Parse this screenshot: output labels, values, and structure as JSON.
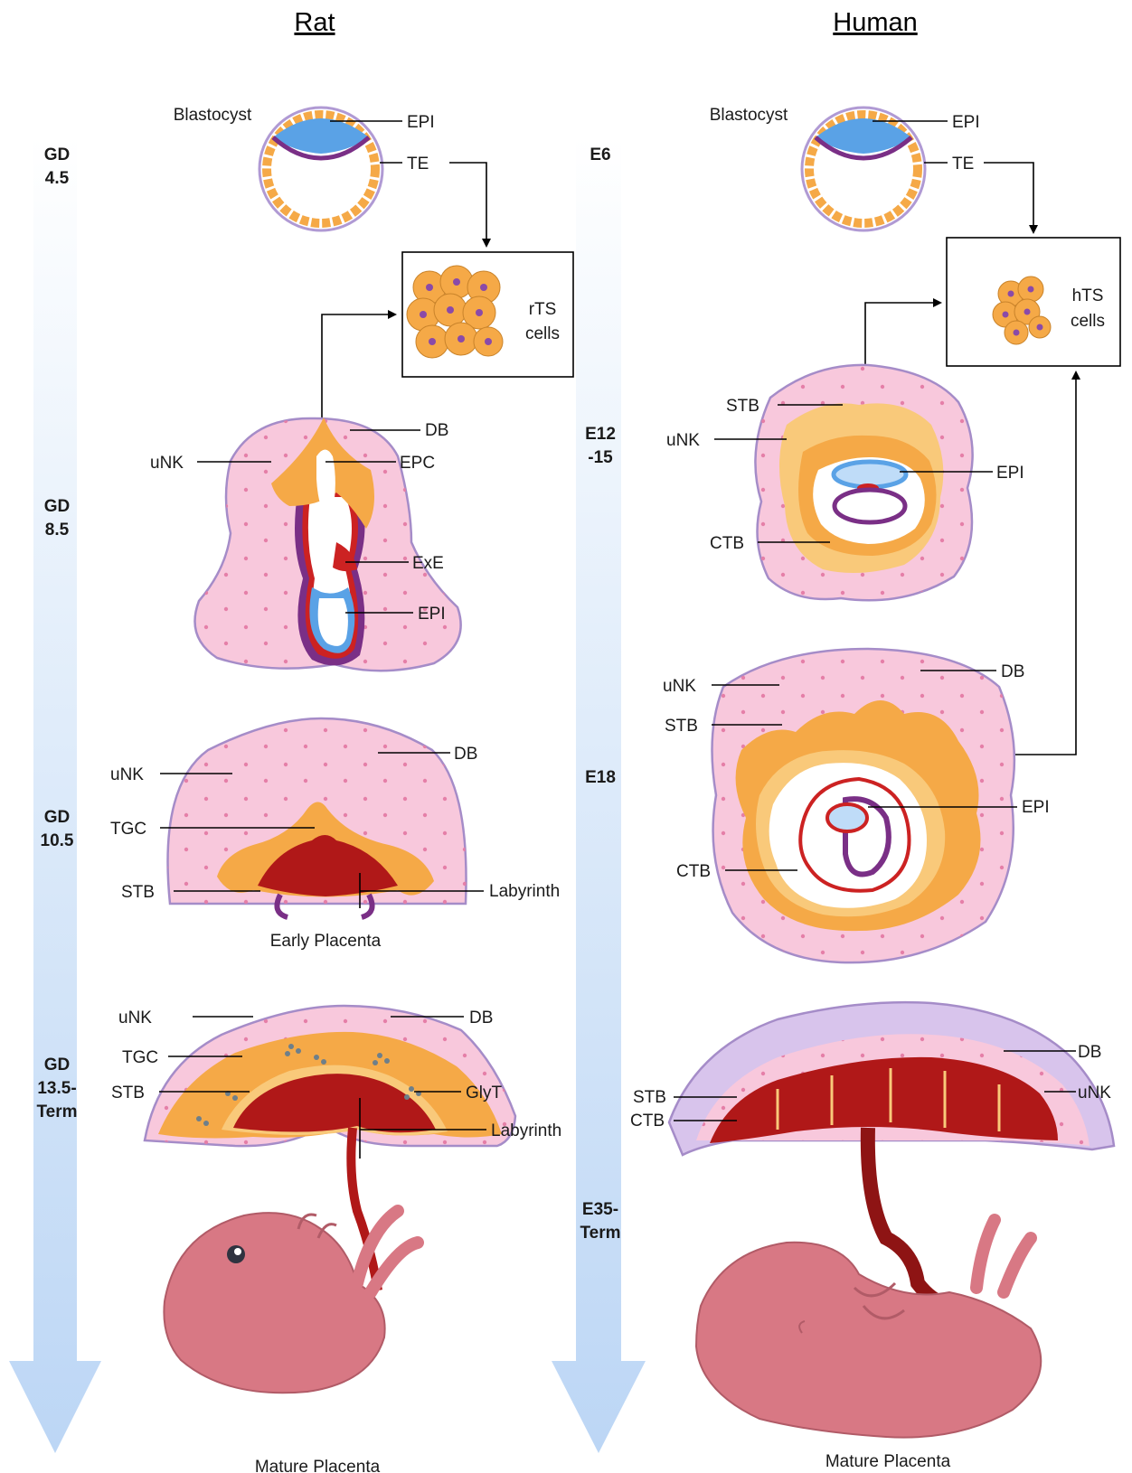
{
  "headers": {
    "rat": "Rat",
    "human": "Human"
  },
  "rat": {
    "stages": [
      "GD\n4.5",
      "GD\n8.5",
      "GD\n10.5",
      "GD\n13.5-\nTerm"
    ],
    "blastocyst": {
      "title": "Blastocyst",
      "epi": "EPI",
      "te": "TE"
    },
    "ts_box": {
      "line1": "rTS",
      "line2": "cells"
    },
    "gd85": {
      "db": "DB",
      "unk": "uNK",
      "epc": "EPC",
      "exe": "ExE",
      "epi": "EPI"
    },
    "gd105": {
      "db": "DB",
      "unk": "uNK",
      "tgc": "TGC",
      "stb": "STB",
      "labyrinth": "Labyrinth",
      "caption": "Early Placenta"
    },
    "gd135": {
      "db": "DB",
      "unk": "uNK",
      "tgc": "TGC",
      "stb": "STB",
      "glyt": "GlyT",
      "labyrinth": "Labyrinth"
    },
    "caption": "Mature Placenta"
  },
  "human": {
    "stages": [
      "E6",
      "E12\n-15",
      "E18",
      "E35-\nTerm"
    ],
    "blastocyst": {
      "title": "Blastocyst",
      "epi": "EPI",
      "te": "TE"
    },
    "ts_box": {
      "line1": "hTS",
      "line2": "cells"
    },
    "e12": {
      "stb": "STB",
      "unk": "uNK",
      "epi": "EPI",
      "ctb": "CTB"
    },
    "e18": {
      "db": "DB",
      "unk": "uNK",
      "stb": "STB",
      "epi": "EPI",
      "ctb": "CTB"
    },
    "e35": {
      "db": "DB",
      "unk": "uNK",
      "stb": "STB",
      "ctb": "CTB"
    },
    "caption": "Mature Placenta"
  },
  "colors": {
    "decidua": "#f8c8dc",
    "decidua_edge": "#a58cc8",
    "trophoblast": "#f5a947",
    "trophoblast_light": "#f9c97a",
    "epiblast": "#5aa2e6",
    "labyrinth": "#b01818",
    "fetus": "#d87884",
    "purple": "#7a2f86",
    "arrow": "#cfe3f7"
  }
}
